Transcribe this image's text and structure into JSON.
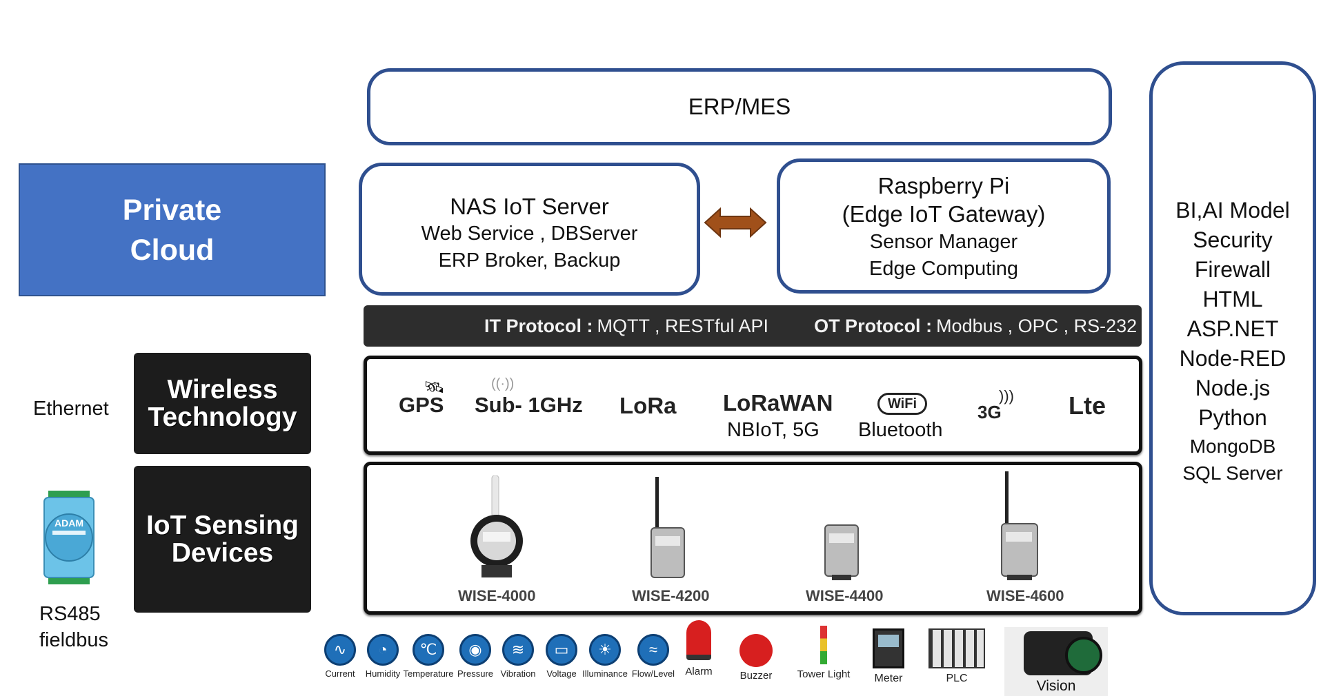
{
  "erp": "ERP/MES",
  "private_cloud": [
    "Private",
    "Cloud"
  ],
  "nas": {
    "title": "NAS IoT Server",
    "lines": [
      "Web Service , DBServer",
      "ERP Broker, Backup"
    ]
  },
  "rpi": {
    "title": [
      "Raspberry Pi",
      "(Edge IoT Gateway)"
    ],
    "lines": [
      "Sensor Manager",
      "Edge Computing"
    ]
  },
  "protocol": {
    "it_label": "IT Protocol :",
    "it_value": "MQTT , RESTful API",
    "ot_label": "OT Protocol :",
    "ot_value": "Modbus , OPC , RS-232"
  },
  "wireless_label": [
    "Wireless",
    "Technology"
  ],
  "iot_label": [
    "IoT Sensing",
    "Devices"
  ],
  "ethernet": "Ethernet",
  "rs485": [
    "RS485",
    "fieldbus"
  ],
  "adam_logo": "ADAM",
  "wireless_items": [
    "GPS",
    "Sub- 1GHz",
    "LoRa",
    "LoRaWAN",
    "WiFi",
    "3G",
    "Lte"
  ],
  "wireless_sub": [
    "NBIoT, 5G",
    "Bluetooth"
  ],
  "devices": [
    "WISE-4000",
    "WISE-4200",
    "WISE-4400",
    "WISE-4600"
  ],
  "sensors": [
    "Current",
    "Humidity",
    "Temperature",
    "Pressure",
    "Vibration",
    "Voltage",
    "Illuminance",
    "Flow/Level"
  ],
  "equipment": [
    "Alarm",
    "Buzzer",
    "Tower Light",
    "Meter",
    "PLC",
    "Vision"
  ],
  "right_items": [
    "BI,AI Model",
    "Security",
    "Firewall",
    "HTML",
    "ASP.NET",
    "Node-RED",
    "Node.js",
    "Python"
  ],
  "right_small": [
    "MongoDB",
    "SQL Server"
  ],
  "colors": {
    "accent": "#2f4f8f",
    "cloud": "#4472c4",
    "arrow": "#a0501a",
    "sensor_blue": "#1f6fb8"
  },
  "icons": {
    "arrow": "double-arrow-icon",
    "wifi": "wifi-icon",
    "antenna": "antenna-icon"
  }
}
